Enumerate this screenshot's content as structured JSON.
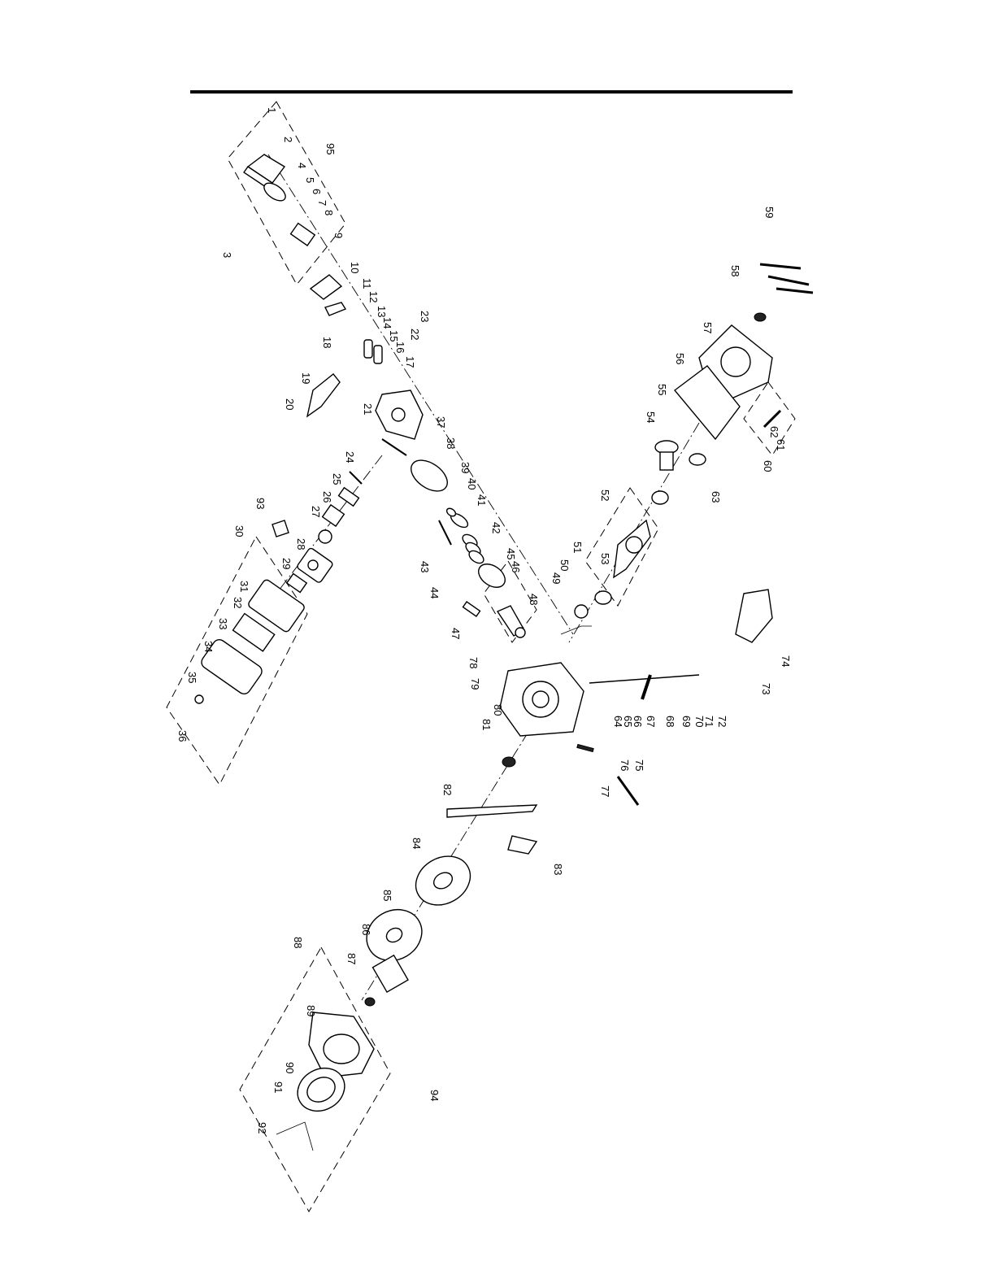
{
  "diagram": {
    "type": "exploded-parts-view",
    "callouts": [
      "1",
      "2",
      "3",
      "4",
      "5",
      "6",
      "7",
      "8",
      "9",
      "10",
      "11",
      "12",
      "13",
      "14",
      "15",
      "16",
      "17",
      "18",
      "19",
      "20",
      "21",
      "22",
      "23",
      "24",
      "25",
      "26",
      "27",
      "28",
      "29",
      "30",
      "31",
      "32",
      "33",
      "34",
      "35",
      "36",
      "37",
      "38",
      "39",
      "40",
      "41",
      "42",
      "43",
      "44",
      "45",
      "46",
      "47",
      "48",
      "49",
      "50",
      "51",
      "52",
      "53",
      "54",
      "55",
      "56",
      "57",
      "58",
      "59",
      "60",
      "61",
      "62",
      "63",
      "64",
      "65",
      "66",
      "67",
      "68",
      "69",
      "70",
      "71",
      "72",
      "73",
      "74",
      "75",
      "76",
      "77",
      "78",
      "79",
      "80",
      "81",
      "82",
      "83",
      "84",
      "85",
      "86",
      "87",
      "88",
      "89",
      "90",
      "91",
      "92",
      "93",
      "94",
      "95"
    ]
  }
}
